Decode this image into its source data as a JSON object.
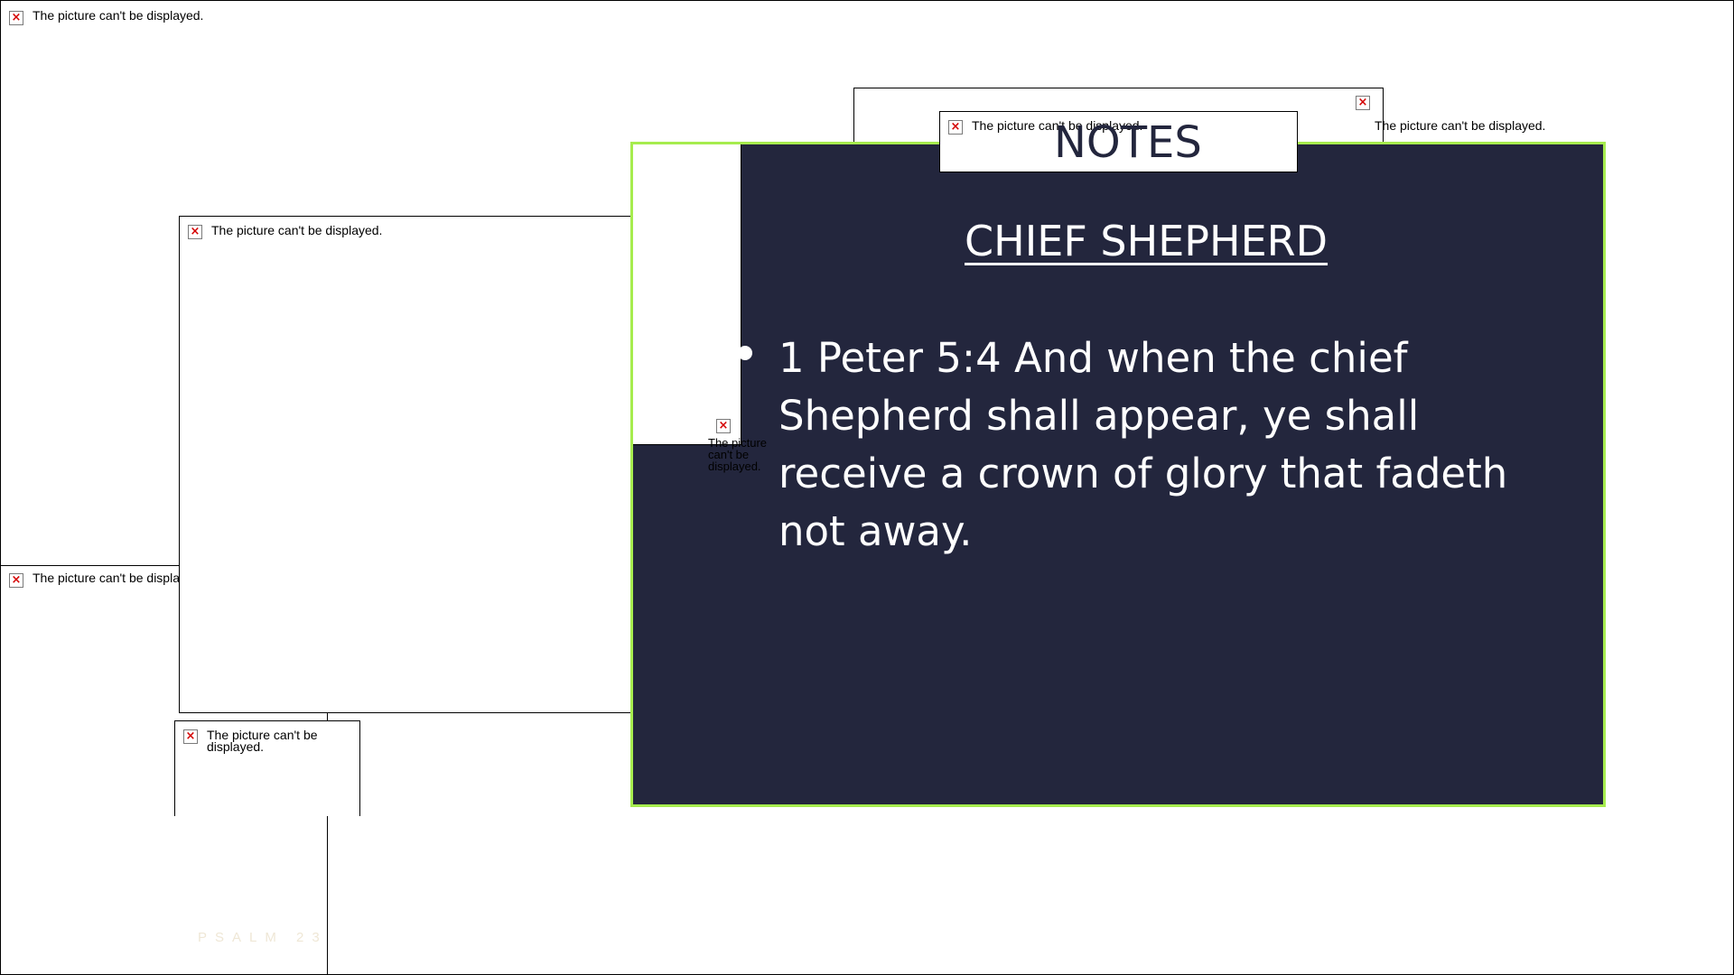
{
  "broken_image_message": "The picture can't be displayed.",
  "broken_image_message_short": "The picture can't be displayed.",
  "broken_image_message_narrow": "The picture\ncan't be\ndisplayed.",
  "broken_image_truncated": "The picture can't be displa",
  "slide": {
    "notes_label": "NOTES",
    "heading": "CHIEF SHEPHERD",
    "verse": "1 Peter 5:4 And when the chief Shepherd shall appear, ye shall receive a crown of glory that fadeth not away.",
    "colors": {
      "background": "#23263d",
      "border": "#a6ec4e",
      "text": "#ffffff"
    }
  },
  "footer": {
    "psalm": "PSALM 23"
  },
  "icons": {
    "broken_image": "broken-image-icon"
  }
}
